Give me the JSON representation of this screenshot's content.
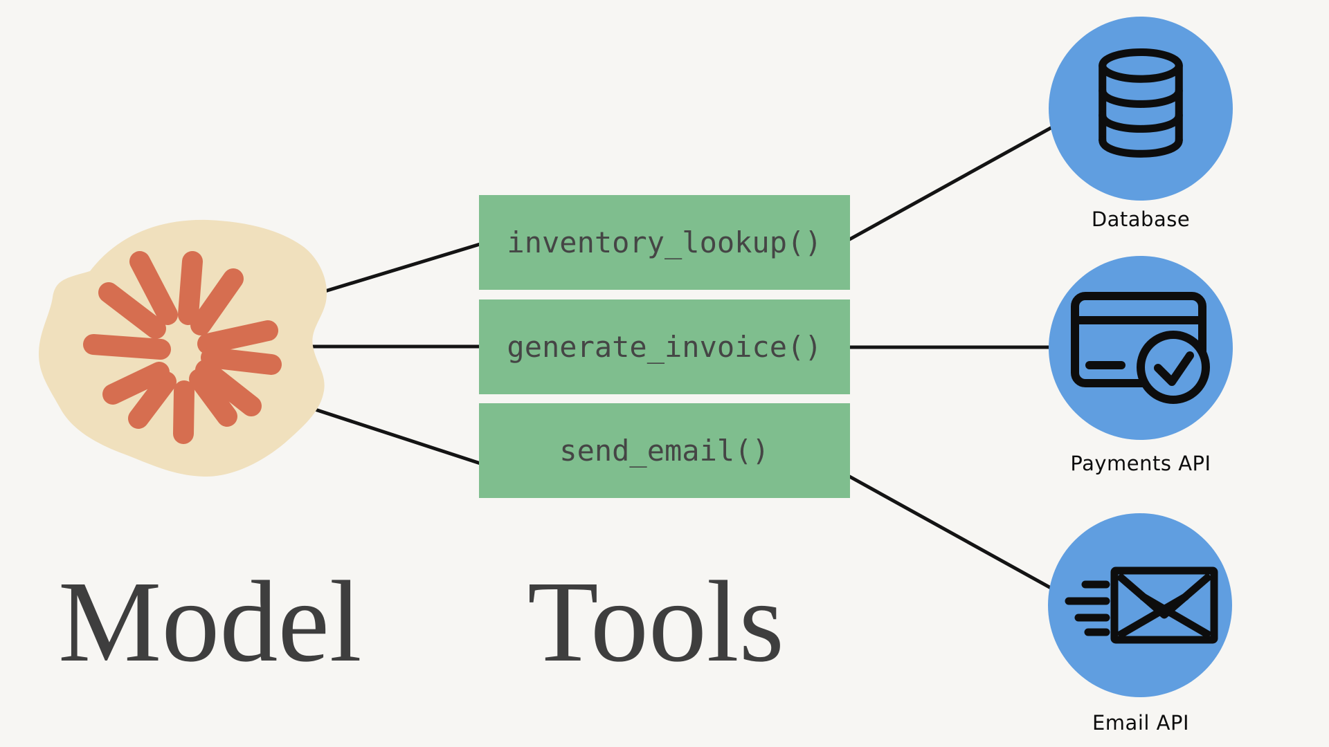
{
  "diagram": {
    "model": {
      "label": "Model"
    },
    "tools": {
      "label": "Tools",
      "functions": [
        "inventory_lookup()",
        "generate_invoice()",
        "send_email()"
      ]
    },
    "services": [
      {
        "name": "Database"
      },
      {
        "name": "Payments API"
      },
      {
        "name": "Email API"
      }
    ],
    "connections": [
      {
        "from": "Model",
        "to": "inventory_lookup()"
      },
      {
        "from": "Model",
        "to": "generate_invoice()"
      },
      {
        "from": "Model",
        "to": "send_email()"
      },
      {
        "from": "inventory_lookup()",
        "to": "Database"
      },
      {
        "from": "generate_invoice()",
        "to": "Payments API"
      },
      {
        "from": "send_email()",
        "to": "Email API"
      }
    ],
    "colors": {
      "background": "#f7f6f3",
      "model_blob": "#f0e0bd",
      "model_star": "#d66e50",
      "tool_box": "#7fbe8e",
      "tool_text": "#454545",
      "service_circle": "#609ee0",
      "icon_stroke": "#0d0d0d",
      "connector_line": "#141414",
      "heading_text": "#3e3e3e"
    }
  }
}
